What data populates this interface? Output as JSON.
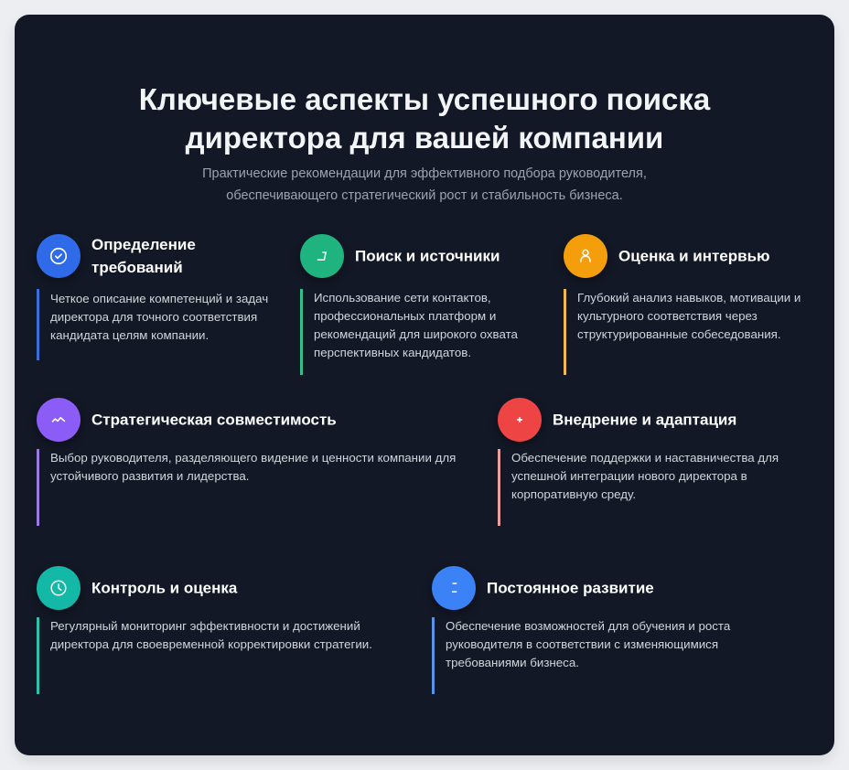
{
  "header": {
    "title_line1": "Ключевые аспекты успешного поиска",
    "title_line2": "директора для вашей компании",
    "subtitle_line1": "Практические рекомендации для эффективного подбора руководителя,",
    "subtitle_line2": "обеспечивающего стратегический рост и стабильность бизнеса."
  },
  "items": [
    {
      "title": "Определение требований",
      "description": "Четкое описание компетенций и задач директора для точного соответствия кандидата целям компании.",
      "icon": "check-circle-icon",
      "color": "#2f6ae8",
      "border_color": "#3b6fd9"
    },
    {
      "title": "Поиск и источники",
      "description": "Использование сети контактов, профессиональных платформ и рекомендаций для широкого охвата перспективных кандидатов.",
      "icon": "search-bracket-icon",
      "color": "#1fb47f",
      "border_color": "#34c08a"
    },
    {
      "title": "Оценка и интервью",
      "description": "Глубокий анализ навыков, мотивации и культурного соответствия через структурированные собеседования.",
      "icon": "user-icon",
      "color": "#f59e0b",
      "border_color": "#f2b84b"
    },
    {
      "title": "Стратегическая совместимость",
      "description": "Выбор руководителя, разделяющего видение и ценности компании для устойчивого развития и лидерства.",
      "icon": "trend-line-icon",
      "color": "#8b5cf6",
      "border_color": "#9b7be0"
    },
    {
      "title": "Внедрение и адаптация",
      "description": "Обеспечение поддержки и наставничества для успешной интеграции нового директора в корпоративную среду.",
      "icon": "plus-icon",
      "color": "#ef4444",
      "border_color": "#e9a0a0"
    },
    {
      "title": "Контроль и оценка",
      "description": "Регулярный мониторинг эффективности и достижений директора для своевременной корректировки стратегии.",
      "icon": "clock-icon",
      "color": "#14b8a6",
      "border_color": "#2cc3ad"
    },
    {
      "title": "Постоянное развитие",
      "description": "Обеспечение возможностей для обучения и роста руководителя в соответствии с изменяющимися требованиями бизнеса.",
      "icon": "book-lines-icon",
      "color": "#3b82f6",
      "border_color": "#5b93e6"
    }
  ]
}
